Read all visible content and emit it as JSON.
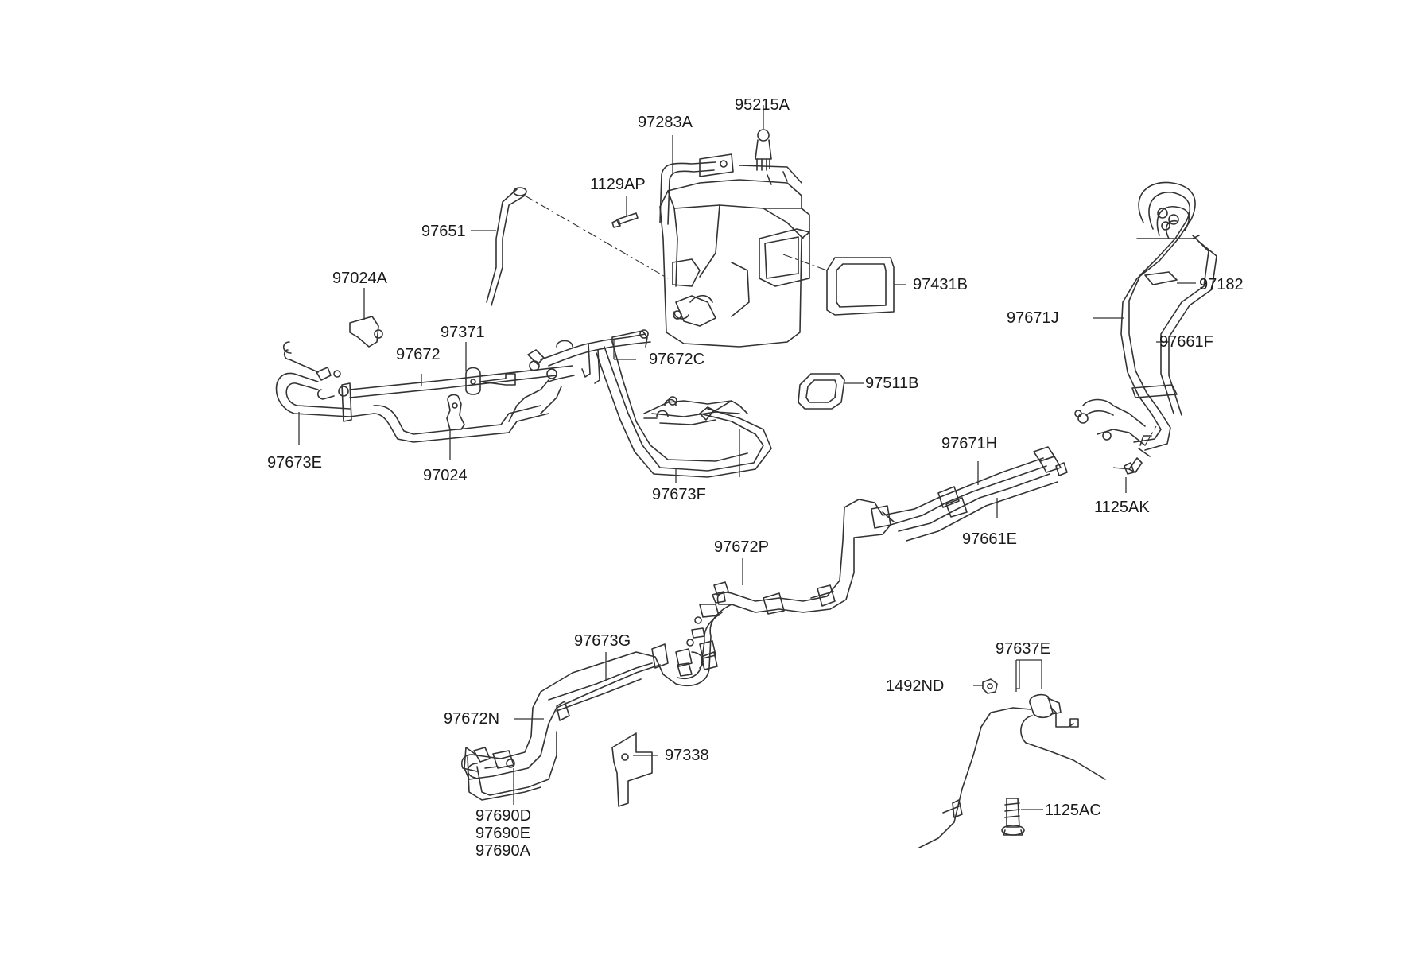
{
  "labels": {
    "p97283A": "97283A",
    "p95215A": "95215A",
    "p1129AP": "1129AP",
    "p97651": "97651",
    "p97024A": "97024A",
    "p97371": "97371",
    "p97672": "97672",
    "p97672C": "97672C",
    "p97431B": "97431B",
    "p97511B": "97511B",
    "p97673E": "97673E",
    "p97024": "97024",
    "p97673F": "97673F",
    "p97182": "97182",
    "p97671J": "97671J",
    "p97661F": "97661F",
    "p97671H": "97671H",
    "p97661E": "97661E",
    "p1125AK": "1125AK",
    "p97672P": "97672P",
    "p97673G": "97673G",
    "p97672N": "97672N",
    "p97338": "97338",
    "p97690D": "97690D",
    "p97690E": "97690E",
    "p97690A": "97690A",
    "p97637E": "97637E",
    "p1492ND": "1492ND",
    "p1125AC": "1125AC"
  }
}
